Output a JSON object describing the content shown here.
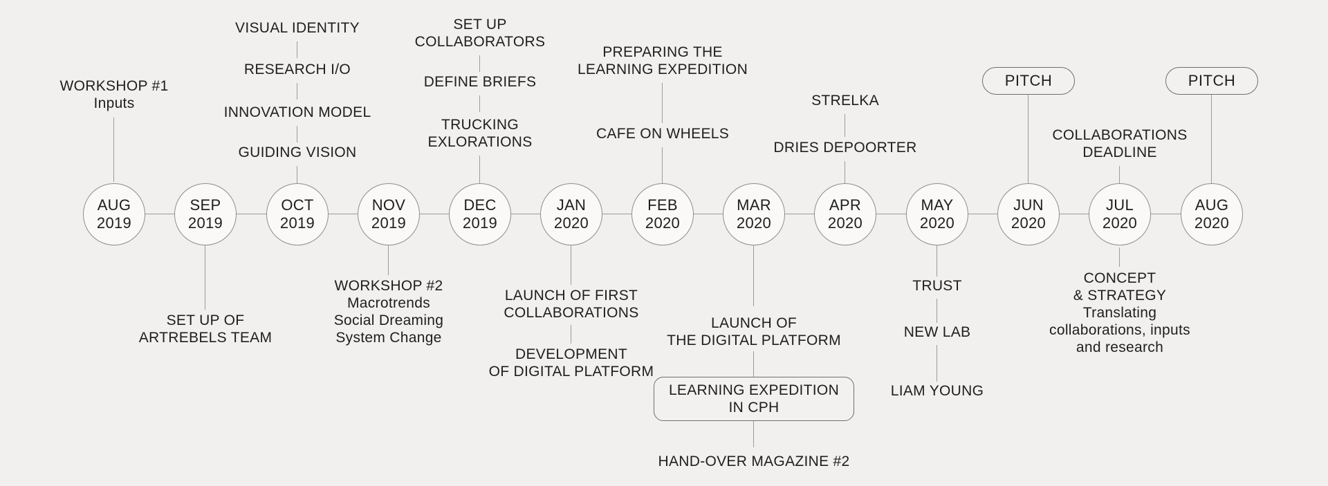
{
  "colors": {
    "background": "#f1f0ee",
    "text": "#1e1e1e",
    "connector_line": "#9b9b99",
    "circle_border": "#8d8d8b",
    "pill_border": "#6e6e6c"
  },
  "timeline": {
    "months": [
      {
        "month": "AUG",
        "year": "2019"
      },
      {
        "month": "SEP",
        "year": "2019"
      },
      {
        "month": "OCT",
        "year": "2019"
      },
      {
        "month": "NOV",
        "year": "2019"
      },
      {
        "month": "DEC",
        "year": "2019"
      },
      {
        "month": "JAN",
        "year": "2020"
      },
      {
        "month": "FEB",
        "year": "2020"
      },
      {
        "month": "MAR",
        "year": "2020"
      },
      {
        "month": "APR",
        "year": "2020"
      },
      {
        "month": "MAY",
        "year": "2020"
      },
      {
        "month": "JUN",
        "year": "2020"
      },
      {
        "month": "JUL",
        "year": "2020"
      },
      {
        "month": "AUG",
        "year": "2020"
      }
    ]
  },
  "events": {
    "workshop1": {
      "label": "WORKSHOP #1\nInputs"
    },
    "visual_identity": {
      "label": "VISUAL IDENTITY"
    },
    "research_io": {
      "label": "RESEARCH I/O"
    },
    "innovation_model": {
      "label": "INNOVATION MODEL"
    },
    "guiding_vision": {
      "label": "GUIDING VISION"
    },
    "set_up_collaborators": {
      "label": "SET UP\nCOLLABORATORS"
    },
    "define_briefs": {
      "label": "DEFINE BRIEFS"
    },
    "trucking_explorations": {
      "label": "TRUCKING\nEXLORATIONS"
    },
    "preparing_expedition": {
      "label": "PREPARING THE\nLEARNING EXPEDITION"
    },
    "cafe_on_wheels": {
      "label": "CAFE ON WHEELS"
    },
    "strelka": {
      "label": "STRELKA"
    },
    "dries_depoorter": {
      "label": "DRIES DEPOORTER"
    },
    "pitch_jun": {
      "label": "PITCH"
    },
    "collaborations_deadline": {
      "label": "COLLABORATIONS\nDEADLINE"
    },
    "pitch_aug": {
      "label": "PITCH"
    },
    "set_up_artrebels": {
      "label": "SET UP OF\nARTREBELS TEAM"
    },
    "workshop2": {
      "label": "WORKSHOP #2\nMacrotrends\nSocial Dreaming\nSystem Change"
    },
    "launch_first_collaborations": {
      "label": "LAUNCH OF FIRST\nCOLLABORATIONS"
    },
    "development_platform": {
      "label": "DEVELOPMENT\nOF DIGITAL PLATFORM"
    },
    "launch_digital_platform": {
      "label": "LAUNCH OF\nTHE DIGITAL PLATFORM"
    },
    "learning_expedition_cph": {
      "label": "LEARNING EXPEDITION\nIN CPH"
    },
    "handover_magazine": {
      "label": "HAND-OVER MAGAZINE #2"
    },
    "trust": {
      "label": "TRUST"
    },
    "new_lab": {
      "label": "NEW LAB"
    },
    "liam_young": {
      "label": "LIAM YOUNG"
    },
    "concept_strategy": {
      "label": "CONCEPT\n& STRATEGY\nTranslating\ncollaborations, inputs\nand research"
    }
  }
}
